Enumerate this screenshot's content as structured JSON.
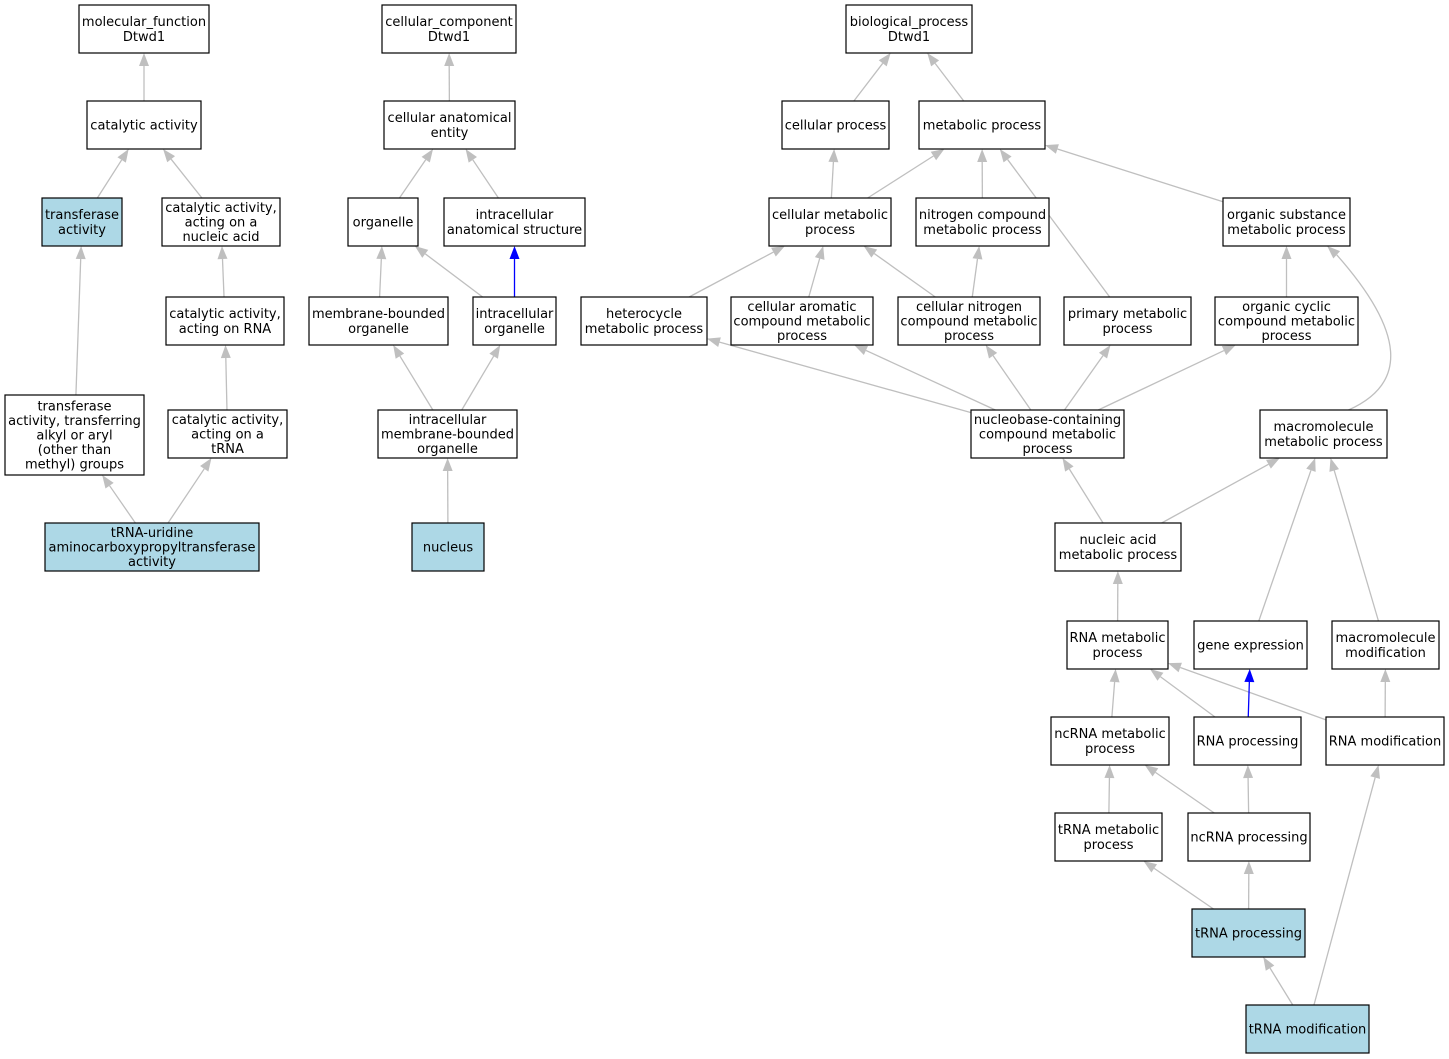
{
  "colors": {
    "background": "#ffffff",
    "node_fill": "#ffffff",
    "highlight_fill": "#add8e6",
    "node_stroke": "#000000",
    "edge_gray": "#bfbfbf",
    "edge_blue": "#0000ff"
  },
  "nodes": [
    {
      "id": "mf",
      "lines": [
        "molecular_function",
        "Dtwd1"
      ],
      "highlight": false
    },
    {
      "id": "cc",
      "lines": [
        "cellular_component",
        "Dtwd1"
      ],
      "highlight": false
    },
    {
      "id": "bp",
      "lines": [
        "biological_process",
        "Dtwd1"
      ],
      "highlight": false
    },
    {
      "id": "catalytic",
      "lines": [
        "catalytic activity"
      ],
      "highlight": false
    },
    {
      "id": "cae",
      "lines": [
        "cellular anatomical",
        "entity"
      ],
      "highlight": false
    },
    {
      "id": "cellproc",
      "lines": [
        "cellular process"
      ],
      "highlight": false
    },
    {
      "id": "metproc",
      "lines": [
        "metabolic process"
      ],
      "highlight": false
    },
    {
      "id": "transferase",
      "lines": [
        "transferase",
        "activity"
      ],
      "highlight": true
    },
    {
      "id": "ca_nucleic",
      "lines": [
        "catalytic activity,",
        "acting on a",
        "nucleic acid"
      ],
      "highlight": false
    },
    {
      "id": "organelle",
      "lines": [
        "organelle"
      ],
      "highlight": false
    },
    {
      "id": "ias",
      "lines": [
        "intracellular",
        "anatomical structure"
      ],
      "highlight": false
    },
    {
      "id": "cellmet",
      "lines": [
        "cellular metabolic",
        "process"
      ],
      "highlight": false
    },
    {
      "id": "nitrogen",
      "lines": [
        "nitrogen compound",
        "metabolic process"
      ],
      "highlight": false
    },
    {
      "id": "organic",
      "lines": [
        "organic substance",
        "metabolic process"
      ],
      "highlight": false
    },
    {
      "id": "ca_rna",
      "lines": [
        "catalytic activity,",
        "acting on RNA"
      ],
      "highlight": false
    },
    {
      "id": "mbo",
      "lines": [
        "membrane-bounded",
        "organelle"
      ],
      "highlight": false
    },
    {
      "id": "io",
      "lines": [
        "intracellular",
        "organelle"
      ],
      "highlight": false
    },
    {
      "id": "heterocycle",
      "lines": [
        "heterocycle",
        "metabolic process"
      ],
      "highlight": false
    },
    {
      "id": "aromatic",
      "lines": [
        "cellular aromatic",
        "compound metabolic",
        "process"
      ],
      "highlight": false
    },
    {
      "id": "cellnitro",
      "lines": [
        "cellular nitrogen",
        "compound metabolic",
        "process"
      ],
      "highlight": false
    },
    {
      "id": "primary",
      "lines": [
        "primary metabolic",
        "process"
      ],
      "highlight": false
    },
    {
      "id": "orgcyclic",
      "lines": [
        "organic cyclic",
        "compound metabolic",
        "process"
      ],
      "highlight": false
    },
    {
      "id": "ta_alkyl",
      "lines": [
        "transferase",
        "activity, transferring",
        "alkyl or aryl",
        "(other than",
        "methyl) groups"
      ],
      "highlight": false
    },
    {
      "id": "ca_trna",
      "lines": [
        "catalytic activity,",
        "acting on a",
        "tRNA"
      ],
      "highlight": false
    },
    {
      "id": "imbo",
      "lines": [
        "intracellular",
        "membrane-bounded",
        "organelle"
      ],
      "highlight": false
    },
    {
      "id": "nucleobase",
      "lines": [
        "nucleobase-containing",
        "compound metabolic",
        "process"
      ],
      "highlight": false
    },
    {
      "id": "macromet",
      "lines": [
        "macromolecule",
        "metabolic process"
      ],
      "highlight": false
    },
    {
      "id": "trna_uridine",
      "lines": [
        "tRNA-uridine",
        "aminocarboxypropyltransferase",
        "activity"
      ],
      "highlight": true
    },
    {
      "id": "nucleus",
      "lines": [
        "nucleus"
      ],
      "highlight": true
    },
    {
      "id": "nucacid",
      "lines": [
        "nucleic acid",
        "metabolic process"
      ],
      "highlight": false
    },
    {
      "id": "rnamet",
      "lines": [
        "RNA metabolic",
        "process"
      ],
      "highlight": false
    },
    {
      "id": "geneexp",
      "lines": [
        "gene expression"
      ],
      "highlight": false
    },
    {
      "id": "macromod",
      "lines": [
        "macromolecule",
        "modification"
      ],
      "highlight": false
    },
    {
      "id": "ncrnamet",
      "lines": [
        "ncRNA metabolic",
        "process"
      ],
      "highlight": false
    },
    {
      "id": "rnaproc",
      "lines": [
        "RNA processing"
      ],
      "highlight": false
    },
    {
      "id": "rnamod",
      "lines": [
        "RNA modification"
      ],
      "highlight": false
    },
    {
      "id": "trnamet",
      "lines": [
        "tRNA metabolic",
        "process"
      ],
      "highlight": false
    },
    {
      "id": "ncrnaproc",
      "lines": [
        "ncRNA processing"
      ],
      "highlight": false
    },
    {
      "id": "trnaproc",
      "lines": [
        "tRNA processing"
      ],
      "highlight": true
    },
    {
      "id": "trnamod",
      "lines": [
        "tRNA modification"
      ],
      "highlight": true
    }
  ],
  "edges": [
    {
      "from": "catalytic",
      "to": "mf",
      "color": "gray"
    },
    {
      "from": "transferase",
      "to": "catalytic",
      "color": "gray"
    },
    {
      "from": "ca_nucleic",
      "to": "catalytic",
      "color": "gray"
    },
    {
      "from": "ca_rna",
      "to": "ca_nucleic",
      "color": "gray"
    },
    {
      "from": "ca_trna",
      "to": "ca_rna",
      "color": "gray"
    },
    {
      "from": "ta_alkyl",
      "to": "transferase",
      "color": "gray"
    },
    {
      "from": "trna_uridine",
      "to": "ta_alkyl",
      "color": "gray"
    },
    {
      "from": "trna_uridine",
      "to": "ca_trna",
      "color": "gray"
    },
    {
      "from": "cae",
      "to": "cc",
      "color": "gray"
    },
    {
      "from": "organelle",
      "to": "cae",
      "color": "gray"
    },
    {
      "from": "ias",
      "to": "cae",
      "color": "gray"
    },
    {
      "from": "mbo",
      "to": "organelle",
      "color": "gray"
    },
    {
      "from": "io",
      "to": "organelle",
      "color": "gray"
    },
    {
      "from": "io",
      "to": "ias",
      "color": "blue"
    },
    {
      "from": "imbo",
      "to": "mbo",
      "color": "gray"
    },
    {
      "from": "imbo",
      "to": "io",
      "color": "gray"
    },
    {
      "from": "nucleus",
      "to": "imbo",
      "color": "gray"
    },
    {
      "from": "cellproc",
      "to": "bp",
      "color": "gray"
    },
    {
      "from": "metproc",
      "to": "bp",
      "color": "gray"
    },
    {
      "from": "cellmet",
      "to": "cellproc",
      "color": "gray"
    },
    {
      "from": "cellmet",
      "to": "metproc",
      "color": "gray"
    },
    {
      "from": "nitrogen",
      "to": "metproc",
      "color": "gray"
    },
    {
      "from": "primary",
      "to": "metproc",
      "color": "gray"
    },
    {
      "from": "organic",
      "to": "metproc",
      "color": "gray"
    },
    {
      "from": "heterocycle",
      "to": "cellmet",
      "color": "gray"
    },
    {
      "from": "aromatic",
      "to": "cellmet",
      "color": "gray"
    },
    {
      "from": "cellnitro",
      "to": "cellmet",
      "color": "gray"
    },
    {
      "from": "cellnitro",
      "to": "nitrogen",
      "color": "gray"
    },
    {
      "from": "orgcyclic",
      "to": "organic",
      "color": "gray"
    },
    {
      "from": "macromet",
      "to": "organic",
      "color": "gray",
      "curve": true
    },
    {
      "from": "nucleobase",
      "to": "heterocycle",
      "color": "gray"
    },
    {
      "from": "nucleobase",
      "to": "aromatic",
      "color": "gray"
    },
    {
      "from": "nucleobase",
      "to": "cellnitro",
      "color": "gray"
    },
    {
      "from": "nucleobase",
      "to": "primary",
      "color": "gray"
    },
    {
      "from": "nucleobase",
      "to": "orgcyclic",
      "color": "gray"
    },
    {
      "from": "nucacid",
      "to": "nucleobase",
      "color": "gray"
    },
    {
      "from": "nucacid",
      "to": "macromet",
      "color": "gray"
    },
    {
      "from": "geneexp",
      "to": "macromet",
      "color": "gray"
    },
    {
      "from": "macromod",
      "to": "macromet",
      "color": "gray"
    },
    {
      "from": "rnamet",
      "to": "nucacid",
      "color": "gray"
    },
    {
      "from": "ncrnamet",
      "to": "rnamet",
      "color": "gray"
    },
    {
      "from": "rnaproc",
      "to": "rnamet",
      "color": "gray"
    },
    {
      "from": "rnamod",
      "to": "rnamet",
      "color": "gray"
    },
    {
      "from": "rnaproc",
      "to": "geneexp",
      "color": "blue"
    },
    {
      "from": "rnamod",
      "to": "macromod",
      "color": "gray"
    },
    {
      "from": "trnamet",
      "to": "ncrnamet",
      "color": "gray"
    },
    {
      "from": "ncrnaproc",
      "to": "ncrnamet",
      "color": "gray"
    },
    {
      "from": "ncrnaproc",
      "to": "rnaproc",
      "color": "gray"
    },
    {
      "from": "trnaproc",
      "to": "trnamet",
      "color": "gray"
    },
    {
      "from": "trnaproc",
      "to": "ncrnaproc",
      "color": "gray"
    },
    {
      "from": "trnamod",
      "to": "trnaproc",
      "color": "gray"
    },
    {
      "from": "trnamod",
      "to": "rnamod",
      "color": "gray"
    }
  ]
}
